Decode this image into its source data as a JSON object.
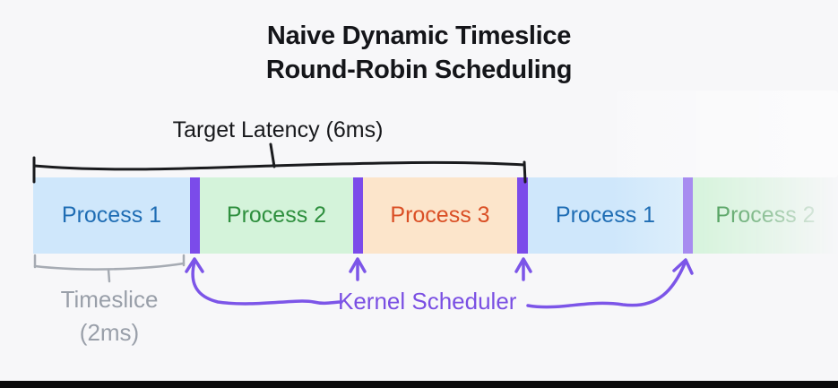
{
  "title": {
    "line1": "Naive Dynamic Timeslice",
    "line2": "Round-Robin Scheduling"
  },
  "labels": {
    "target_latency": "Target Latency (6ms)",
    "timeslice_line1": "Timeslice",
    "timeslice_line2": "(2ms)",
    "kernel_scheduler": "Kernel Scheduler"
  },
  "timeline": {
    "blocks": [
      {
        "label": "Process 1",
        "fill": "#cfe7fb",
        "text_color": "#1f6db4",
        "faded": false
      },
      {
        "label": "Process 2",
        "fill": "#d4f3da",
        "text_color": "#2e8f3e",
        "faded": false
      },
      {
        "label": "Process 3",
        "fill": "#fce5cb",
        "text_color": "#da4f25",
        "faded": false
      },
      {
        "label": "Process 1",
        "fill": "#cfe7fb",
        "text_color": "#1f6db4",
        "faded": false
      },
      {
        "label": "Process 2",
        "fill": "#d4f3da",
        "text_color": "#2e8f3e",
        "faded": true
      }
    ],
    "divider_color": "#7b4bea",
    "divider_color_faded": "#a78cf0"
  },
  "colors": {
    "background": "#f7f7f9",
    "annotation_black": "#1a1b1e",
    "annotation_gray": "#a6abb3",
    "annotation_purple": "#7c55e8",
    "bottom_bar": "#0b0b0c"
  }
}
